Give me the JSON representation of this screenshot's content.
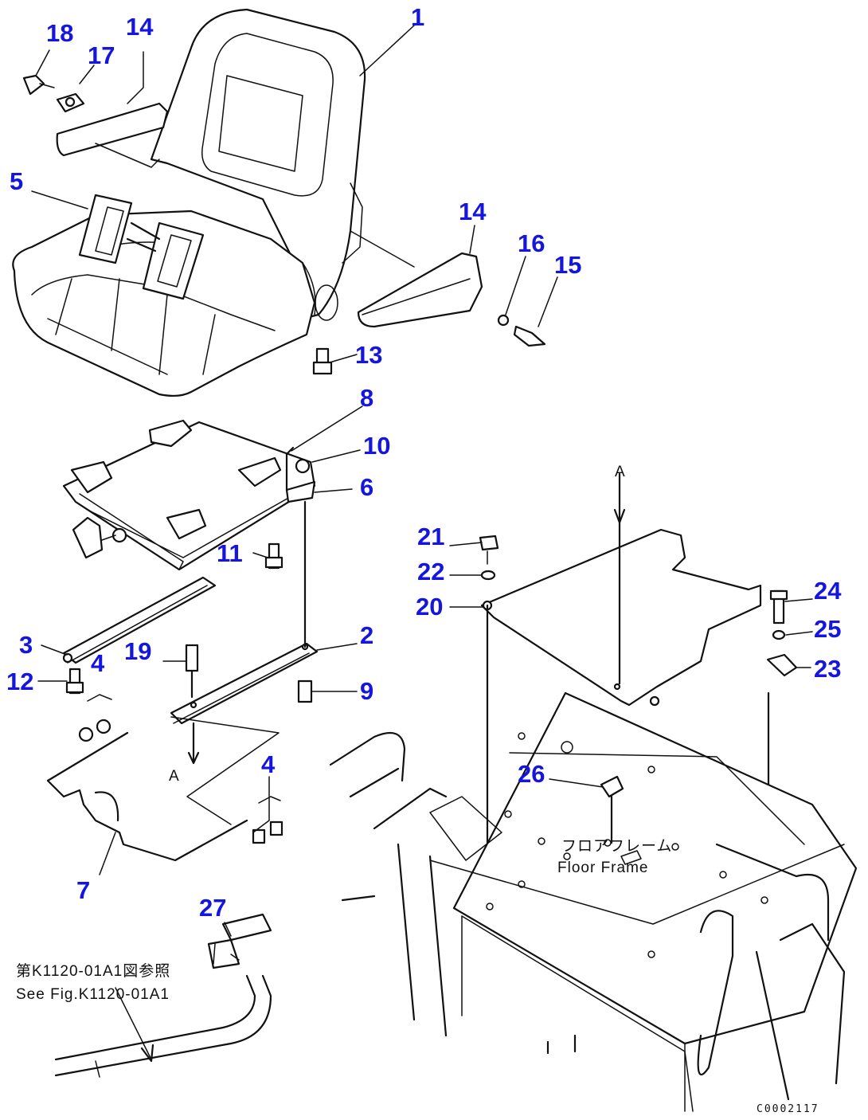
{
  "diagram": {
    "callouts": [
      {
        "id": "1",
        "text": "1"
      },
      {
        "id": "2",
        "text": "2"
      },
      {
        "id": "3",
        "text": "3"
      },
      {
        "id": "4a",
        "text": "4"
      },
      {
        "id": "4b",
        "text": "4"
      },
      {
        "id": "5",
        "text": "5"
      },
      {
        "id": "6",
        "text": "6"
      },
      {
        "id": "7",
        "text": "7"
      },
      {
        "id": "8",
        "text": "8"
      },
      {
        "id": "9",
        "text": "9"
      },
      {
        "id": "10",
        "text": "10"
      },
      {
        "id": "11",
        "text": "11"
      },
      {
        "id": "12",
        "text": "12"
      },
      {
        "id": "13",
        "text": "13"
      },
      {
        "id": "14a",
        "text": "14"
      },
      {
        "id": "14b",
        "text": "14"
      },
      {
        "id": "15",
        "text": "15"
      },
      {
        "id": "16",
        "text": "16"
      },
      {
        "id": "17",
        "text": "17"
      },
      {
        "id": "18",
        "text": "18"
      },
      {
        "id": "19",
        "text": "19"
      },
      {
        "id": "20",
        "text": "20"
      },
      {
        "id": "21",
        "text": "21"
      },
      {
        "id": "22",
        "text": "22"
      },
      {
        "id": "23",
        "text": "23"
      },
      {
        "id": "24",
        "text": "24"
      },
      {
        "id": "25",
        "text": "25"
      },
      {
        "id": "26",
        "text": "26"
      },
      {
        "id": "27",
        "text": "27"
      }
    ],
    "floor_frame_label_jp": "フロアフレーム",
    "floor_frame_label_en": "Floor Frame",
    "reference_note_jp": "第K1120-01A1図参照",
    "reference_note_en": "See Fig.K1120-01A1",
    "arrow_marker_a": "A",
    "drawing_code": "C0002117",
    "colors": {
      "callout": "#1515e0",
      "linework": "#111111",
      "background": "#ffffff"
    }
  }
}
